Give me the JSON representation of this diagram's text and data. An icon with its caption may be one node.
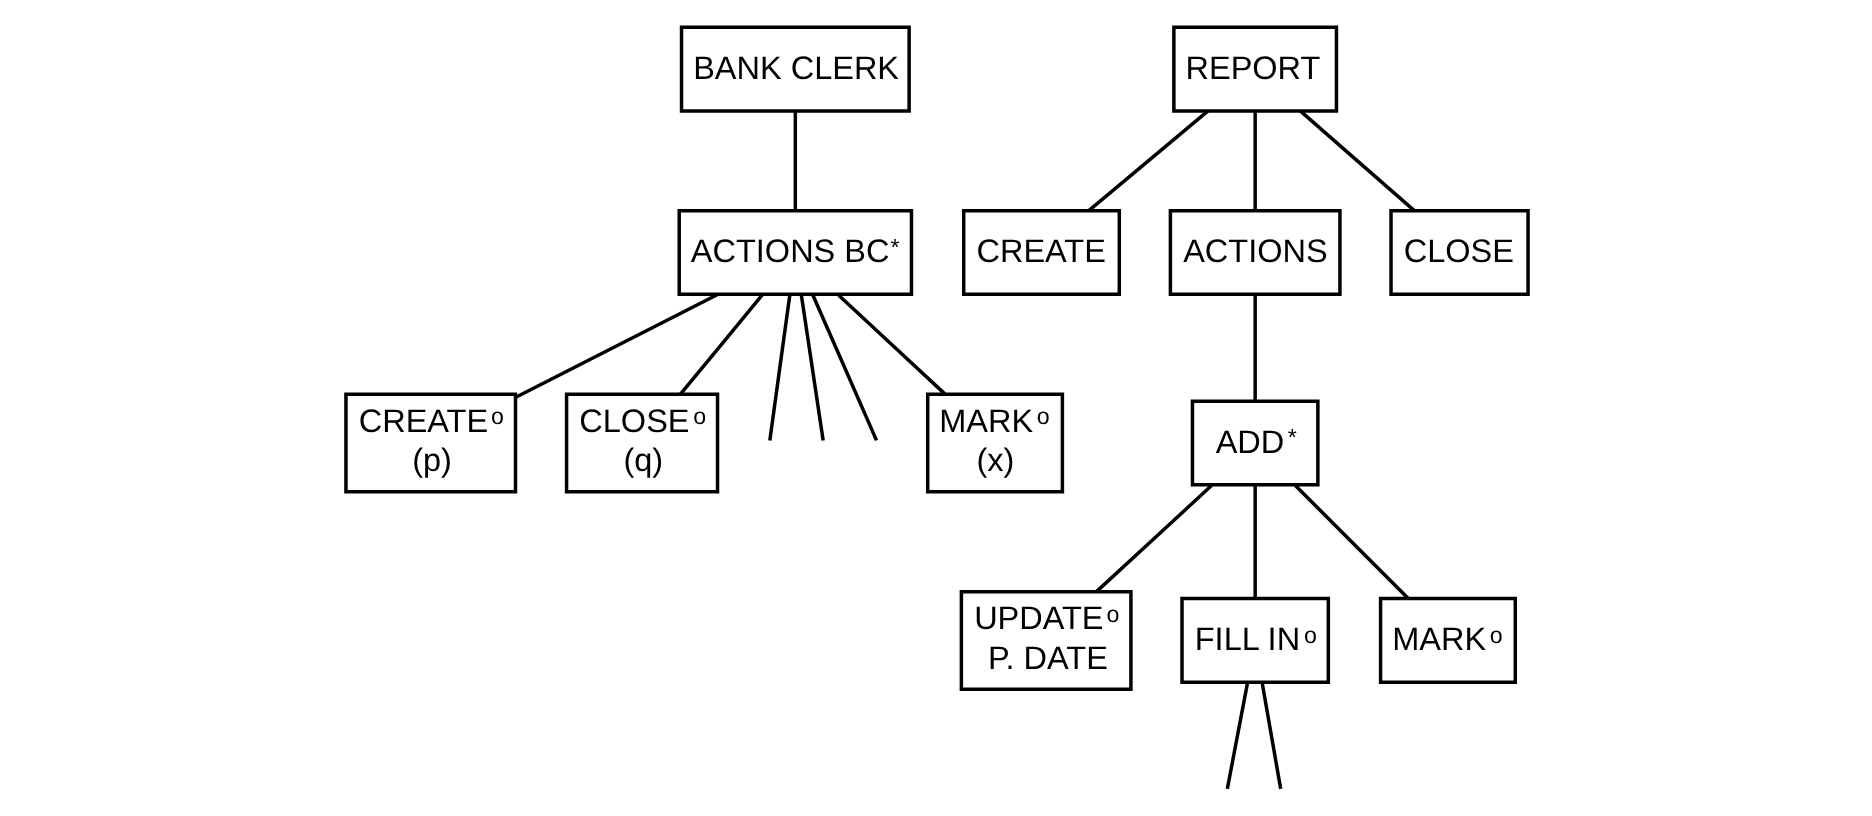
{
  "diagram": {
    "nodes": [
      {
        "text": [
          "BANK CLERK"
        ]
      },
      {
        "text": [
          "ACTIONS BC",
          "*"
        ]
      },
      {
        "text": [
          "CREATE",
          "o",
          "(p)"
        ]
      },
      {
        "text": [
          "CLOSE",
          "o",
          "(q)"
        ]
      },
      {
        "text": [
          "MARK",
          "o",
          "(x)"
        ]
      },
      {
        "text": [
          "REPORT"
        ]
      },
      {
        "text": [
          "CREATE"
        ]
      },
      {
        "text": [
          "ACTIONS"
        ]
      },
      {
        "text": [
          "CLOSE"
        ]
      },
      {
        "text": [
          "ADD",
          "*"
        ]
      },
      {
        "text": [
          "UPDATE",
          "o",
          "P. DATE"
        ]
      },
      {
        "text": [
          "FILL IN",
          "o"
        ]
      },
      {
        "text": [
          "MARK",
          "o"
        ]
      }
    ],
    "edges": [
      {
        "from": 0,
        "to": 1,
        "arrow": "none"
      },
      {
        "from": 1,
        "to": 2,
        "arrow": "none"
      },
      {
        "from": 1,
        "to": 3,
        "arrow": "none"
      },
      {
        "from": 1,
        "to": null,
        "arrow": "none"
      },
      {
        "from": 1,
        "to": null,
        "arrow": "none"
      },
      {
        "from": 1,
        "to": null,
        "arrow": "none"
      },
      {
        "from": 1,
        "to": 4,
        "arrow": "none"
      },
      {
        "from": 5,
        "to": 6,
        "arrow": "none"
      },
      {
        "from": 5,
        "to": 7,
        "arrow": "none"
      },
      {
        "from": 5,
        "to": 8,
        "arrow": "none"
      },
      {
        "from": 7,
        "to": 9,
        "arrow": "none"
      },
      {
        "from": 9,
        "to": 10,
        "arrow": "none"
      },
      {
        "from": 9,
        "to": 11,
        "arrow": "none"
      },
      {
        "from": 9,
        "to": 12,
        "arrow": "none"
      },
      {
        "from": 11,
        "to": null,
        "arrow": "none"
      },
      {
        "from": 11,
        "to": null,
        "arrow": "none"
      }
    ]
  }
}
